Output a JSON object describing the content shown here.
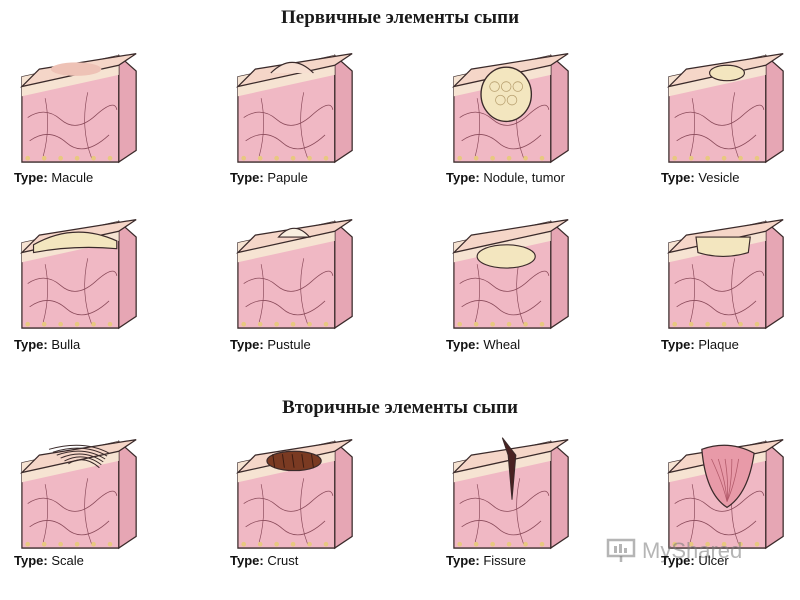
{
  "sections": {
    "primary_title": "Первичные элементы сыпи",
    "secondary_title": "Вторичные элементы сыпи"
  },
  "type_label": "Type:",
  "items": [
    {
      "name": "Macule",
      "feature": "flat"
    },
    {
      "name": "Papule",
      "feature": "bump"
    },
    {
      "name": "Nodule, tumor",
      "feature": "nodule"
    },
    {
      "name": "Vesicle",
      "feature": "vesicle"
    },
    {
      "name": "Bulla",
      "feature": "bulla"
    },
    {
      "name": "Pustule",
      "feature": "pustule"
    },
    {
      "name": "Wheal",
      "feature": "wheal"
    },
    {
      "name": "Plaque",
      "feature": "plaque"
    },
    {
      "name": "Scale",
      "feature": "scale"
    },
    {
      "name": "Crust",
      "feature": "crust"
    },
    {
      "name": "Fissure",
      "feature": "fissure"
    },
    {
      "name": "Ulcer",
      "feature": "ulcer"
    }
  ],
  "colors": {
    "skin_top": "#f5d6c8",
    "dermis": "#f0b8c4",
    "epidermis": "#f6e3d2",
    "outline": "#3a2a2a",
    "fluid": "#f3e6bf",
    "crust": "#7a3a22"
  },
  "watermark": "MyShared"
}
